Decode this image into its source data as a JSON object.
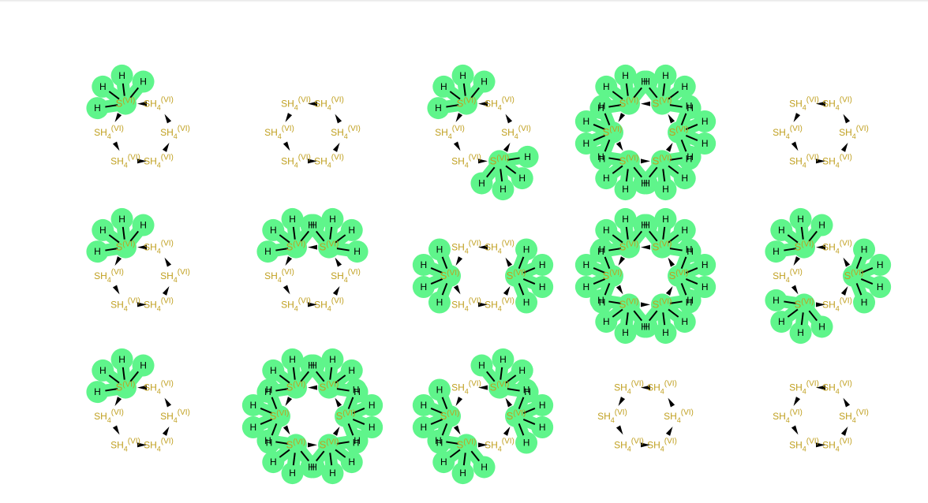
{
  "colors": {
    "highlight": "#5ff58b",
    "bond": "#000000",
    "atom_text": "#000000",
    "label_text": "#c0a020"
  },
  "labels": {
    "hydrogen": "H",
    "sulfur": "S",
    "sulfur_charge": "(VI)",
    "group": "SH",
    "group_sub": "4",
    "group_charge": "(VI)"
  },
  "grid": {
    "rows": 3,
    "columns": 5,
    "sulfur_sites_per_molecule": 6
  },
  "molecules": [
    {
      "highlighted_sites": [
        0
      ]
    },
    {
      "highlighted_sites": []
    },
    {
      "highlighted_sites": [
        0,
        3
      ]
    },
    {
      "highlighted_sites": [
        0,
        1,
        2,
        3,
        4,
        5
      ]
    },
    {
      "highlighted_sites": []
    },
    {
      "highlighted_sites": [
        0
      ]
    },
    {
      "highlighted_sites": [
        0,
        1
      ]
    },
    {
      "highlighted_sites": [
        5,
        2
      ]
    },
    {
      "highlighted_sites": [
        0,
        1,
        2,
        3,
        4,
        5
      ]
    },
    {
      "highlighted_sites": [
        0,
        2,
        4
      ]
    },
    {
      "highlighted_sites": [
        0
      ]
    },
    {
      "highlighted_sites": [
        0,
        1,
        2,
        3,
        4,
        5
      ]
    },
    {
      "highlighted_sites": [
        5,
        1,
        4,
        2
      ]
    },
    {
      "highlighted_sites": []
    },
    {
      "highlighted_sites": []
    }
  ]
}
